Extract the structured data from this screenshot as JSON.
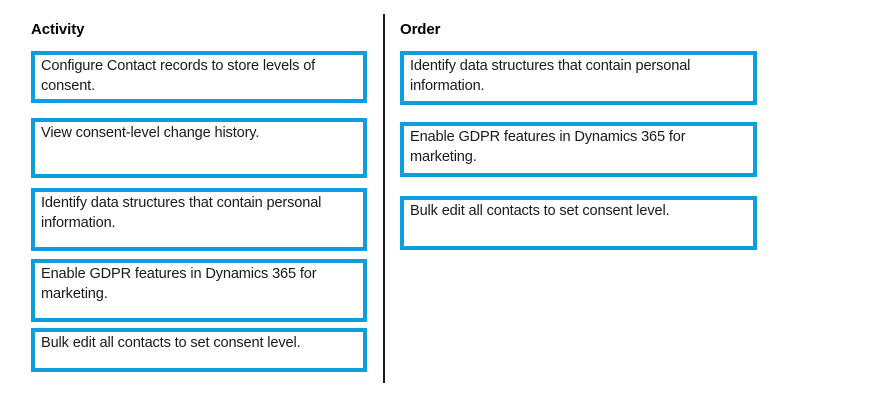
{
  "colors": {
    "card_border": "#0d9edd",
    "divider": "#1b1b1b",
    "text": "#1a1a1a",
    "background": "#ffffff"
  },
  "activity": {
    "header": "Activity",
    "items": [
      {
        "label": "Configure Contact records to store levels of consent."
      },
      {
        "label": "View consent-level change history."
      },
      {
        "label": "Identify data structures that contain personal information."
      },
      {
        "label": "Enable GDPR features in Dynamics 365 for marketing."
      },
      {
        "label": "Bulk edit all contacts to set consent level."
      }
    ]
  },
  "order": {
    "header": "Order",
    "items": [
      {
        "label": "Identify data structures that contain personal information."
      },
      {
        "label": "Enable GDPR features in Dynamics 365 for marketing."
      },
      {
        "label": "Bulk edit all contacts to set consent level."
      }
    ]
  }
}
